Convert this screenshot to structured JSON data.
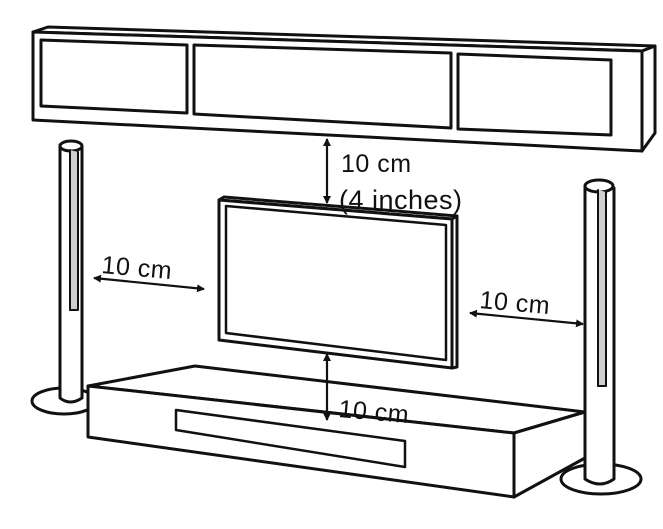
{
  "diagram": {
    "labels": {
      "top_gap": "10 cm",
      "top_gap_imperial": "(4 inches)",
      "left_gap": "10 cm",
      "right_gap": "10 cm",
      "bottom_gap": "10 cm"
    },
    "colors": {
      "stroke": "#111111",
      "fill": "#ffffff",
      "speaker_shade": "#cfcfcf"
    }
  }
}
